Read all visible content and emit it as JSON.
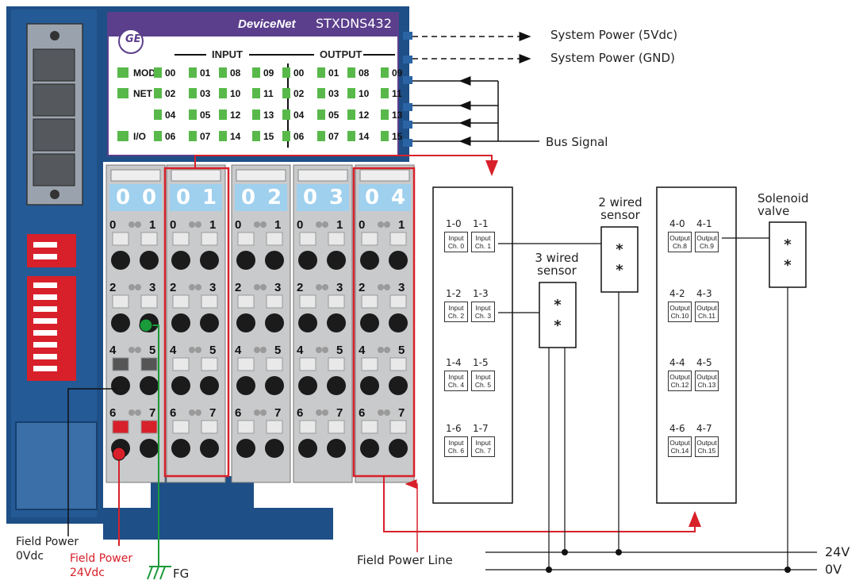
{
  "header": {
    "protocol": "DeviceNet",
    "model": "STXDNS432",
    "logo": "GE",
    "input_title": "INPUT",
    "output_title": "OUTPUT"
  },
  "leds": {
    "status": [
      "MOD",
      "NET",
      "I/O"
    ],
    "input_rows": [
      [
        "00",
        "01",
        "08",
        "09"
      ],
      [
        "02",
        "03",
        "10",
        "11"
      ],
      [
        "04",
        "05",
        "12",
        "13"
      ],
      [
        "06",
        "07",
        "14",
        "15"
      ]
    ],
    "output_rows": [
      [
        "00",
        "01",
        "08",
        "09"
      ],
      [
        "02",
        "03",
        "10",
        "11"
      ],
      [
        "04",
        "05",
        "12",
        "13"
      ],
      [
        "06",
        "07",
        "14",
        "15"
      ]
    ],
    "led_color": "#58b94a"
  },
  "slots": [
    {
      "digits": [
        "0",
        "0"
      ]
    },
    {
      "digits": [
        "0",
        "1"
      ]
    },
    {
      "digits": [
        "0",
        "2"
      ]
    },
    {
      "digits": [
        "0",
        "3"
      ]
    },
    {
      "digits": [
        "0",
        "4"
      ]
    }
  ],
  "terminal_numbers": [
    [
      "0",
      "1"
    ],
    [
      "2",
      "3"
    ],
    [
      "4",
      "5"
    ],
    [
      "6",
      "7"
    ]
  ],
  "annotations": {
    "system_power_5v": "System Power (5Vdc)",
    "system_power_gnd": "System Power (GND)",
    "bus_signal": "Bus Signal",
    "field_power_line": "Field Power Line",
    "field_power_0v_l1": "Field Power",
    "field_power_0v_l2": "0Vdc",
    "field_power_24v_l1": "Field Power",
    "field_power_24v_l2": "24Vdc",
    "fg": "FG",
    "rail_24v": "24V",
    "rail_0v": "0V"
  },
  "input_module": {
    "rows": [
      {
        "nums": [
          "1-0",
          "1-1"
        ],
        "boxes": [
          [
            "Input",
            "Ch. 0"
          ],
          [
            "Input",
            "Ch. 1"
          ]
        ]
      },
      {
        "nums": [
          "1-2",
          "1-3"
        ],
        "boxes": [
          [
            "Input",
            "Ch. 2"
          ],
          [
            "Input",
            "Ch. 3"
          ]
        ]
      },
      {
        "nums": [
          "1-4",
          "1-5"
        ],
        "boxes": [
          [
            "Input",
            "Ch. 4"
          ],
          [
            "Input",
            "Ch. 5"
          ]
        ]
      },
      {
        "nums": [
          "1-6",
          "1-7"
        ],
        "boxes": [
          [
            "Input",
            "Ch. 6"
          ],
          [
            "Input",
            "Ch. 7"
          ]
        ]
      }
    ]
  },
  "output_module": {
    "rows": [
      {
        "nums": [
          "4-0",
          "4-1"
        ],
        "boxes": [
          [
            "Output",
            "Ch.8"
          ],
          [
            "Output",
            "Ch.9"
          ]
        ]
      },
      {
        "nums": [
          "4-2",
          "4-3"
        ],
        "boxes": [
          [
            "Output",
            "Ch.10"
          ],
          [
            "Output",
            "Ch.11"
          ]
        ]
      },
      {
        "nums": [
          "4-4",
          "4-5"
        ],
        "boxes": [
          [
            "Output",
            "Ch.12"
          ],
          [
            "Output",
            "Ch.13"
          ]
        ]
      },
      {
        "nums": [
          "4-6",
          "4-7"
        ],
        "boxes": [
          [
            "Output",
            "Ch.14"
          ],
          [
            "Output",
            "Ch.15"
          ]
        ]
      }
    ]
  },
  "devices": {
    "two_wired": {
      "line1": "2 wired",
      "line2": "sensor",
      "mark": "*"
    },
    "three_wired": {
      "line1": "3 wired",
      "line2": "sensor",
      "mark": "*"
    },
    "solenoid": {
      "line1": "Solenoid",
      "line2": "valve",
      "mark": "*"
    }
  },
  "colors": {
    "housing_blue": "#1e4f86",
    "panel_purple": "#5b3f8c",
    "accent_red": "#d8202a",
    "fg_green": "#1a9a3a",
    "module_gray": "#c9cacb",
    "digit_blue": "#9fd0ee"
  }
}
